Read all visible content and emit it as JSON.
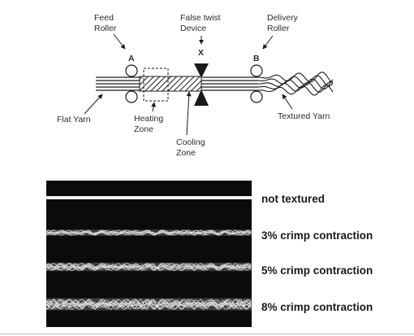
{
  "diagram": {
    "labels": {
      "feed_roller": [
        "Feed",
        "Roller"
      ],
      "false_twist": [
        "False twist",
        "Device"
      ],
      "delivery_roller": [
        "Delivery",
        "Roller"
      ],
      "point_a": "A",
      "point_x": "X",
      "point_b": "B",
      "flat_yarn": "Flat Yarn",
      "heating_zone": [
        "Heating",
        "Zone"
      ],
      "cooling_zone": [
        "Cooling",
        "Zone"
      ],
      "textured_yarn": "Textured Yarn"
    }
  },
  "samples": [
    {
      "label": "not textured",
      "crimp_percent": 0
    },
    {
      "label": "3% crimp contraction",
      "crimp_percent": 3
    },
    {
      "label": "5% crimp contraction",
      "crimp_percent": 5
    },
    {
      "label": "8% crimp contraction",
      "crimp_percent": 8
    }
  ],
  "colors": {
    "line": "#1a1a1a",
    "photo_bg": "#0b0b0b",
    "yarn": "#e6e6e6"
  }
}
